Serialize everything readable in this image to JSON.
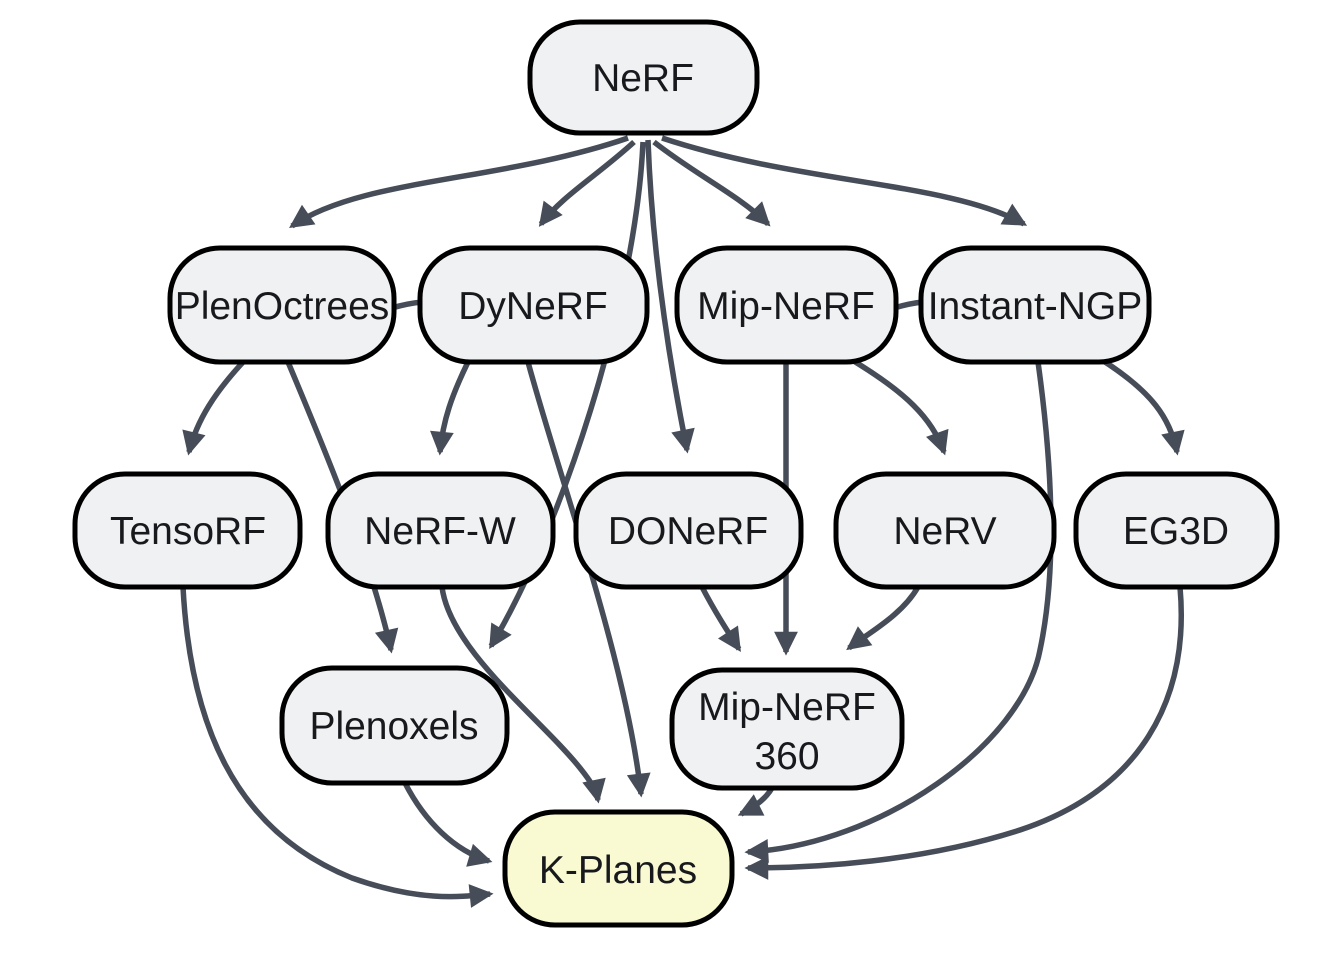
{
  "diagram": {
    "type": "flowchart",
    "description": "Lineage diagram of NeRF-family methods converging into K-Planes",
    "background": "#ffffff"
  },
  "colors": {
    "node_fill": "#f0f1f3",
    "node_border": "#000000",
    "highlight_fill": "#fafad2",
    "edge_stroke": "#464d58",
    "text": "#17191c"
  },
  "nodes": [
    {
      "id": "nerf",
      "label": "NeRF",
      "highlighted": false
    },
    {
      "id": "plenoctrees",
      "label": "PlenOctrees",
      "highlighted": false
    },
    {
      "id": "dynerf",
      "label": "DyNeRF",
      "highlighted": false
    },
    {
      "id": "mipnerf",
      "label": "Mip-NeRF",
      "highlighted": false
    },
    {
      "id": "instantngp",
      "label": "Instant-NGP",
      "highlighted": false
    },
    {
      "id": "tensorf",
      "label": "TensoRF",
      "highlighted": false
    },
    {
      "id": "nerfw",
      "label": "NeRF-W",
      "highlighted": false
    },
    {
      "id": "donerf",
      "label": "DONeRF",
      "highlighted": false
    },
    {
      "id": "nerv",
      "label": "NeRV",
      "highlighted": false
    },
    {
      "id": "eg3d",
      "label": "EG3D",
      "highlighted": false
    },
    {
      "id": "plenoxels",
      "label": "Plenoxels",
      "highlighted": false
    },
    {
      "id": "mipnerf360",
      "label": "Mip-NeRF",
      "label2": "360",
      "highlighted": false
    },
    {
      "id": "kplanes",
      "label": "K-Planes",
      "highlighted": true
    }
  ],
  "edges": [
    {
      "from": "NeRF",
      "to": "PlenOctrees",
      "arrow": true
    },
    {
      "from": "NeRF",
      "to": "DyNeRF",
      "arrow": true
    },
    {
      "from": "NeRF",
      "to": "Mip-NeRF",
      "arrow": true
    },
    {
      "from": "NeRF",
      "to": "Instant-NGP",
      "arrow": true
    },
    {
      "from": "NeRF",
      "to": "DONeRF",
      "arrow": true
    },
    {
      "from": "NeRF",
      "to": "Plenoxels",
      "arrow": true
    },
    {
      "from": "PlenOctrees",
      "to": "TensoRF",
      "arrow": true
    },
    {
      "from": "PlenOctrees",
      "to": "Plenoxels",
      "arrow": true
    },
    {
      "from": "DyNeRF",
      "to": "NeRF-W",
      "arrow": true
    },
    {
      "from": "DyNeRF",
      "to": "K-Planes",
      "arrow": true
    },
    {
      "from": "Mip-NeRF",
      "to": "NeRV",
      "arrow": true
    },
    {
      "from": "Mip-NeRF",
      "to": "Mip-NeRF 360",
      "arrow": true
    },
    {
      "from": "Instant-NGP",
      "to": "EG3D",
      "arrow": true
    },
    {
      "from": "Instant-NGP",
      "to": "K-Planes",
      "arrow": true
    },
    {
      "from": "NeRF-W",
      "to": "K-Planes",
      "arrow": true
    },
    {
      "from": "TensoRF",
      "to": "K-Planes",
      "arrow": true
    },
    {
      "from": "Plenoxels",
      "to": "K-Planes",
      "arrow": true
    },
    {
      "from": "DONeRF",
      "to": "Mip-NeRF 360",
      "arrow": true
    },
    {
      "from": "NeRV",
      "to": "Mip-NeRF 360",
      "arrow": true
    },
    {
      "from": "EG3D",
      "to": "K-Planes",
      "arrow": true
    },
    {
      "from": "Mip-NeRF 360",
      "to": "K-Planes",
      "arrow": true
    },
    {
      "from": "PlenOctrees",
      "to": "DyNeRF",
      "arrow": false
    },
    {
      "from": "Mip-NeRF",
      "to": "Instant-NGP",
      "arrow": false
    }
  ]
}
